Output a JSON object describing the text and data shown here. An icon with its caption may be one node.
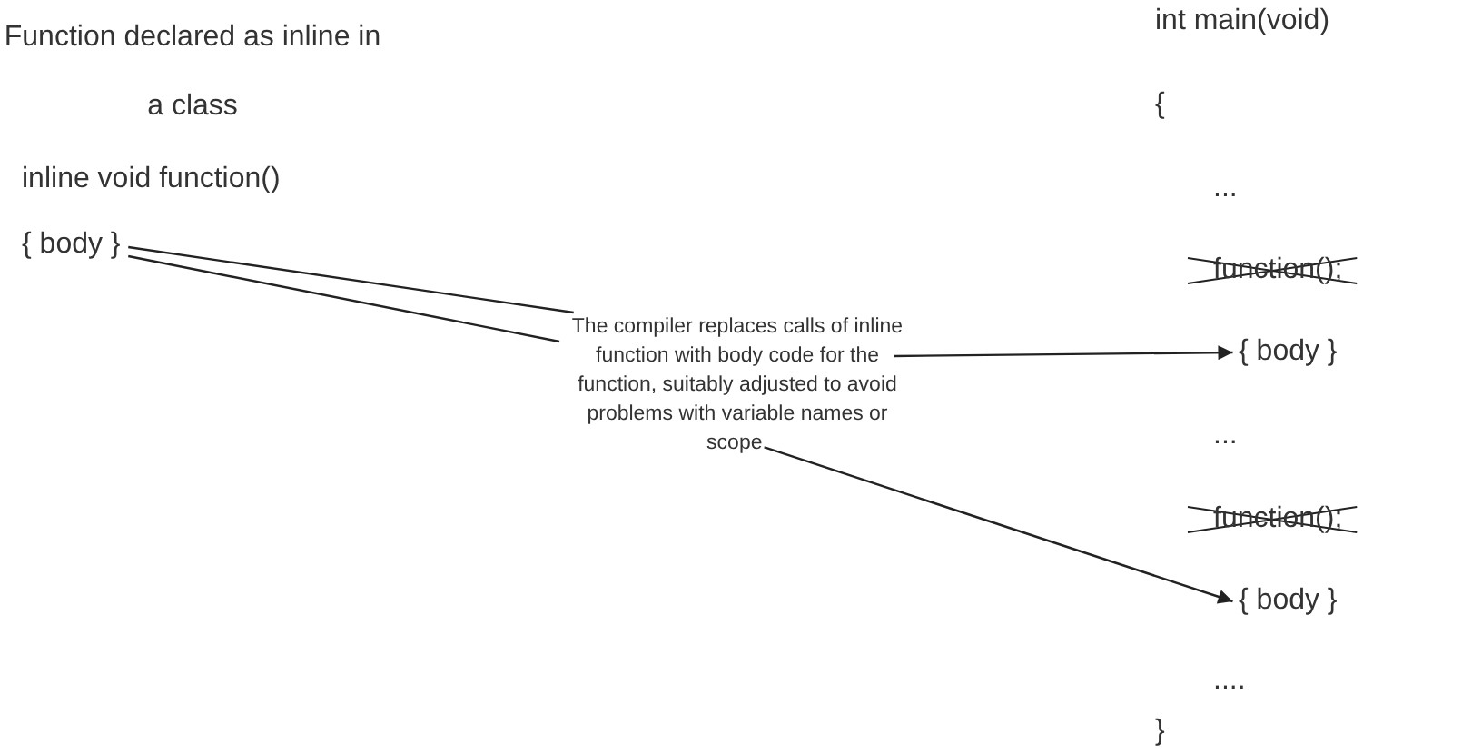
{
  "diagram": {
    "nodes": [
      {
        "text": [
          "{ body }"
        ]
      },
      {
        "text": [
          "The compiler replaces calls of inline function with body code for the function, suitably adjusted to avoid problems with variable names or scope."
        ]
      },
      {
        "text": [
          "{ body }"
        ]
      },
      {
        "text": [
          "{ body }"
        ]
      }
    ],
    "edges": [
      {
        "from": 0,
        "to": 1,
        "arrow": "none"
      },
      {
        "from": 0,
        "to": 1,
        "arrow": "none"
      },
      {
        "from": 1,
        "to": 2,
        "arrow": "to"
      },
      {
        "from": 1,
        "to": 3,
        "arrow": "to"
      }
    ],
    "labels": [
      "Function declared as inline in a class",
      "int main(void)",
      "{",
      "inline void function()",
      "...",
      "function();",
      "...",
      "function();",
      "....",
      "}"
    ]
  }
}
